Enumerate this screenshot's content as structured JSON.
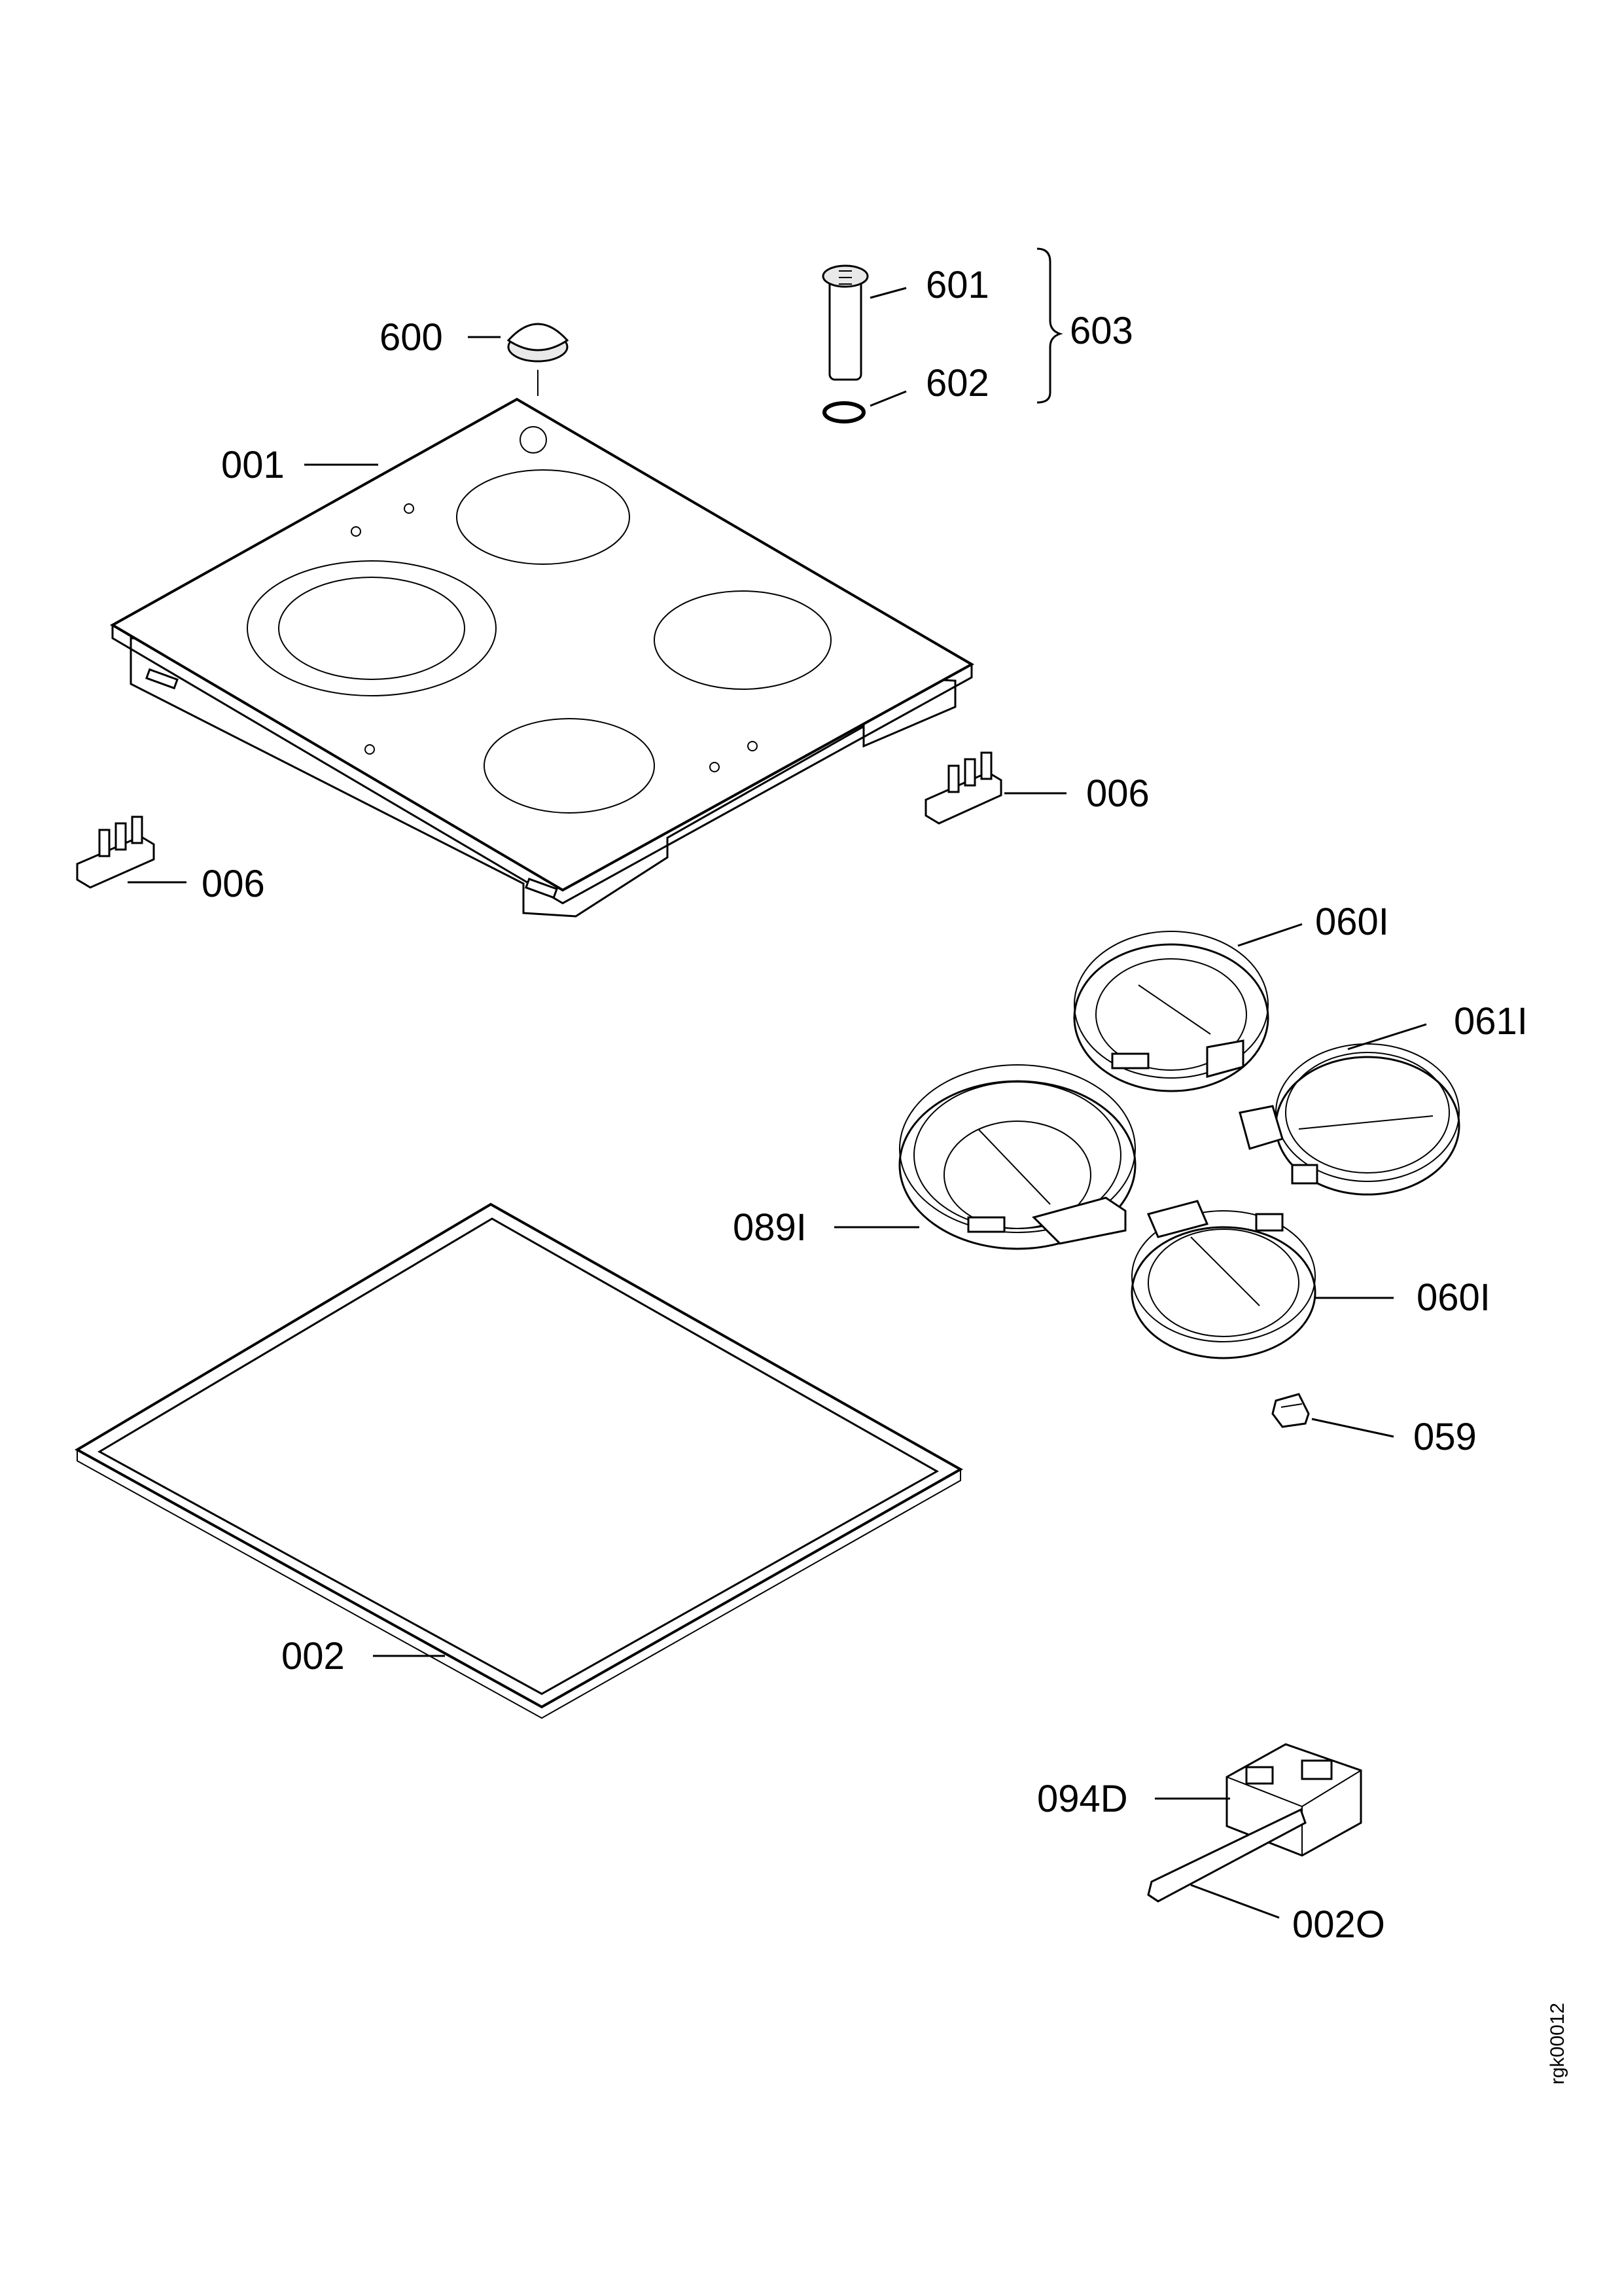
{
  "labels": {
    "p600": "600",
    "p601": "601",
    "p602": "602",
    "p603": "603",
    "p001": "001",
    "p006a": "006",
    "p006b": "006",
    "p060a": "060I",
    "p061": "061I",
    "p089": "089I",
    "p060b": "060I",
    "p059": "059",
    "p002": "002",
    "p094": "094D",
    "p002o": "002O"
  },
  "drawing_code": "rgk00012"
}
